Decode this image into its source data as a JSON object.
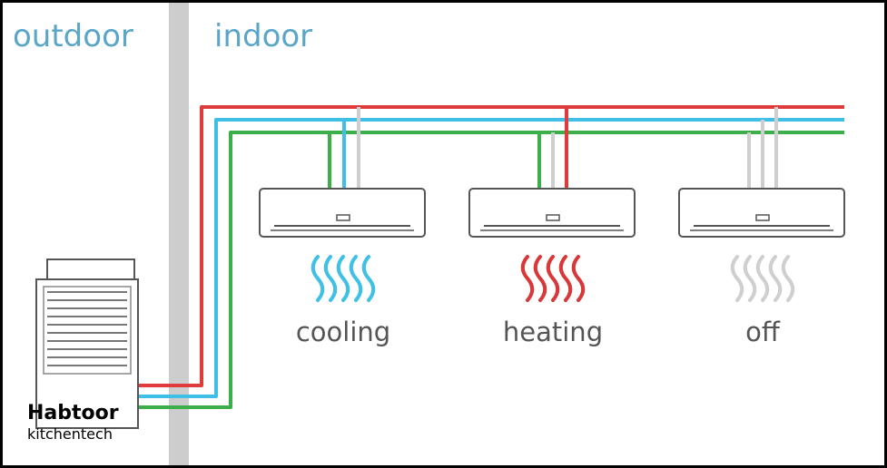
{
  "zones": {
    "outdoor": "outdoor",
    "indoor": "indoor"
  },
  "units": [
    {
      "label": "cooling",
      "state": "cooling",
      "wave_color": "#3fc0e6"
    },
    {
      "label": "heating",
      "state": "heating",
      "wave_color": "#d8383a"
    },
    {
      "label": "off",
      "state": "off",
      "wave_color": "#cfcfcf"
    }
  ],
  "pipes": {
    "hot": "#e03b3b",
    "cold": "#3fbfe6",
    "return": "#3caf4a",
    "idle": "#cfcfcf"
  },
  "brand": {
    "line1": "Habtoor",
    "line2": "kitchentech"
  }
}
